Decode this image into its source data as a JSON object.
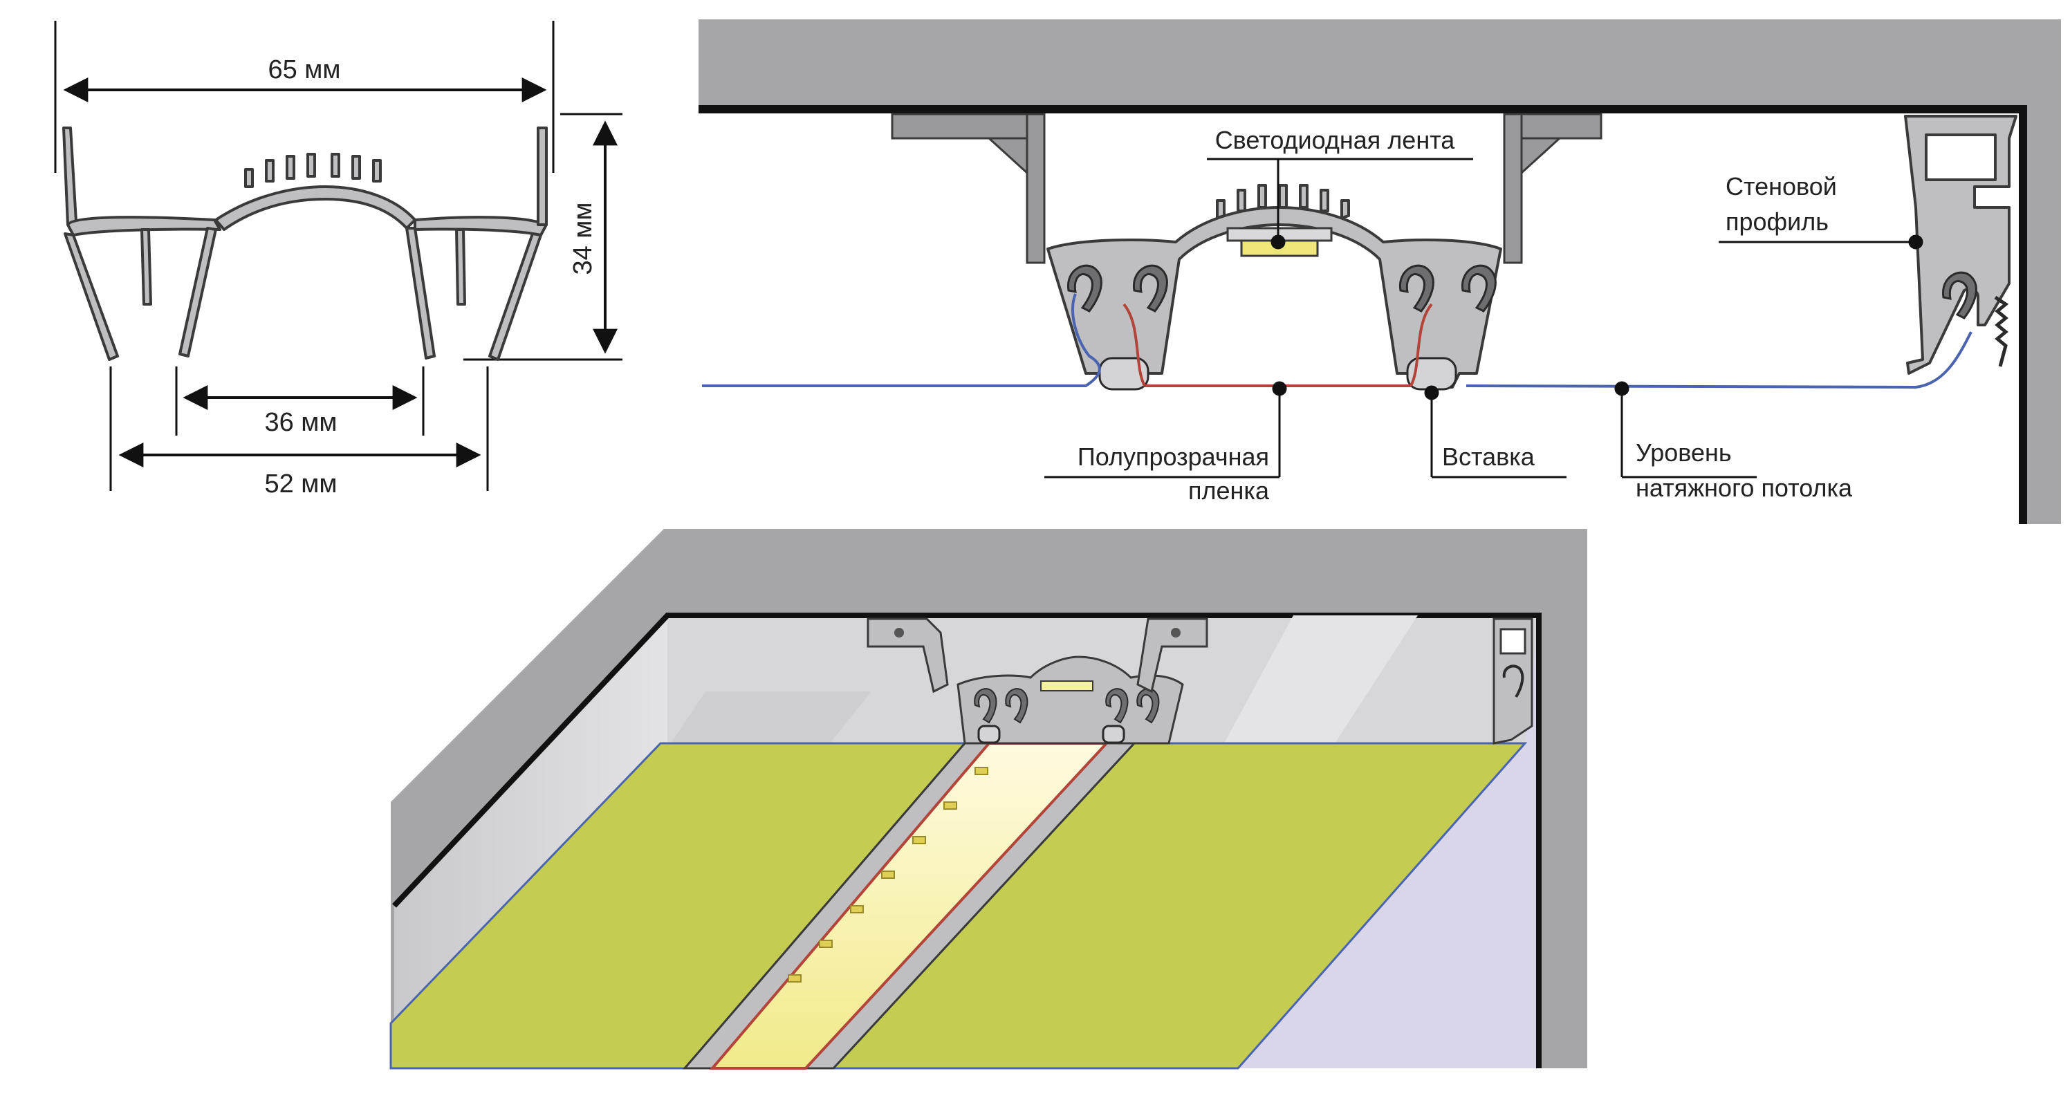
{
  "dimensions": {
    "top_width": "65 мм",
    "height": "34 мм",
    "inner_width": "36 мм",
    "bottom_width": "52 мм"
  },
  "labels": {
    "led_strip": "Светодиодная лента",
    "wall_profile_1": "Стеновой",
    "wall_profile_2": "профиль",
    "translucent_film_1": "Полупрозрачная",
    "translucent_film_2": "пленка",
    "insert": "Вставка",
    "ceiling_level_1": "Уровень",
    "ceiling_level_2": "натяжного потолка"
  },
  "colors": {
    "concrete": "#a6a6a8",
    "profile": "#bfbfc1",
    "profile_stroke": "#3a3a3a",
    "film_red": "#b3443a",
    "ceiling_blue": "#4a64b0",
    "canvas_green": "#c5cc52",
    "led_yellow": "#f3f0a0",
    "wall_lavender": "#d9d6ea"
  }
}
